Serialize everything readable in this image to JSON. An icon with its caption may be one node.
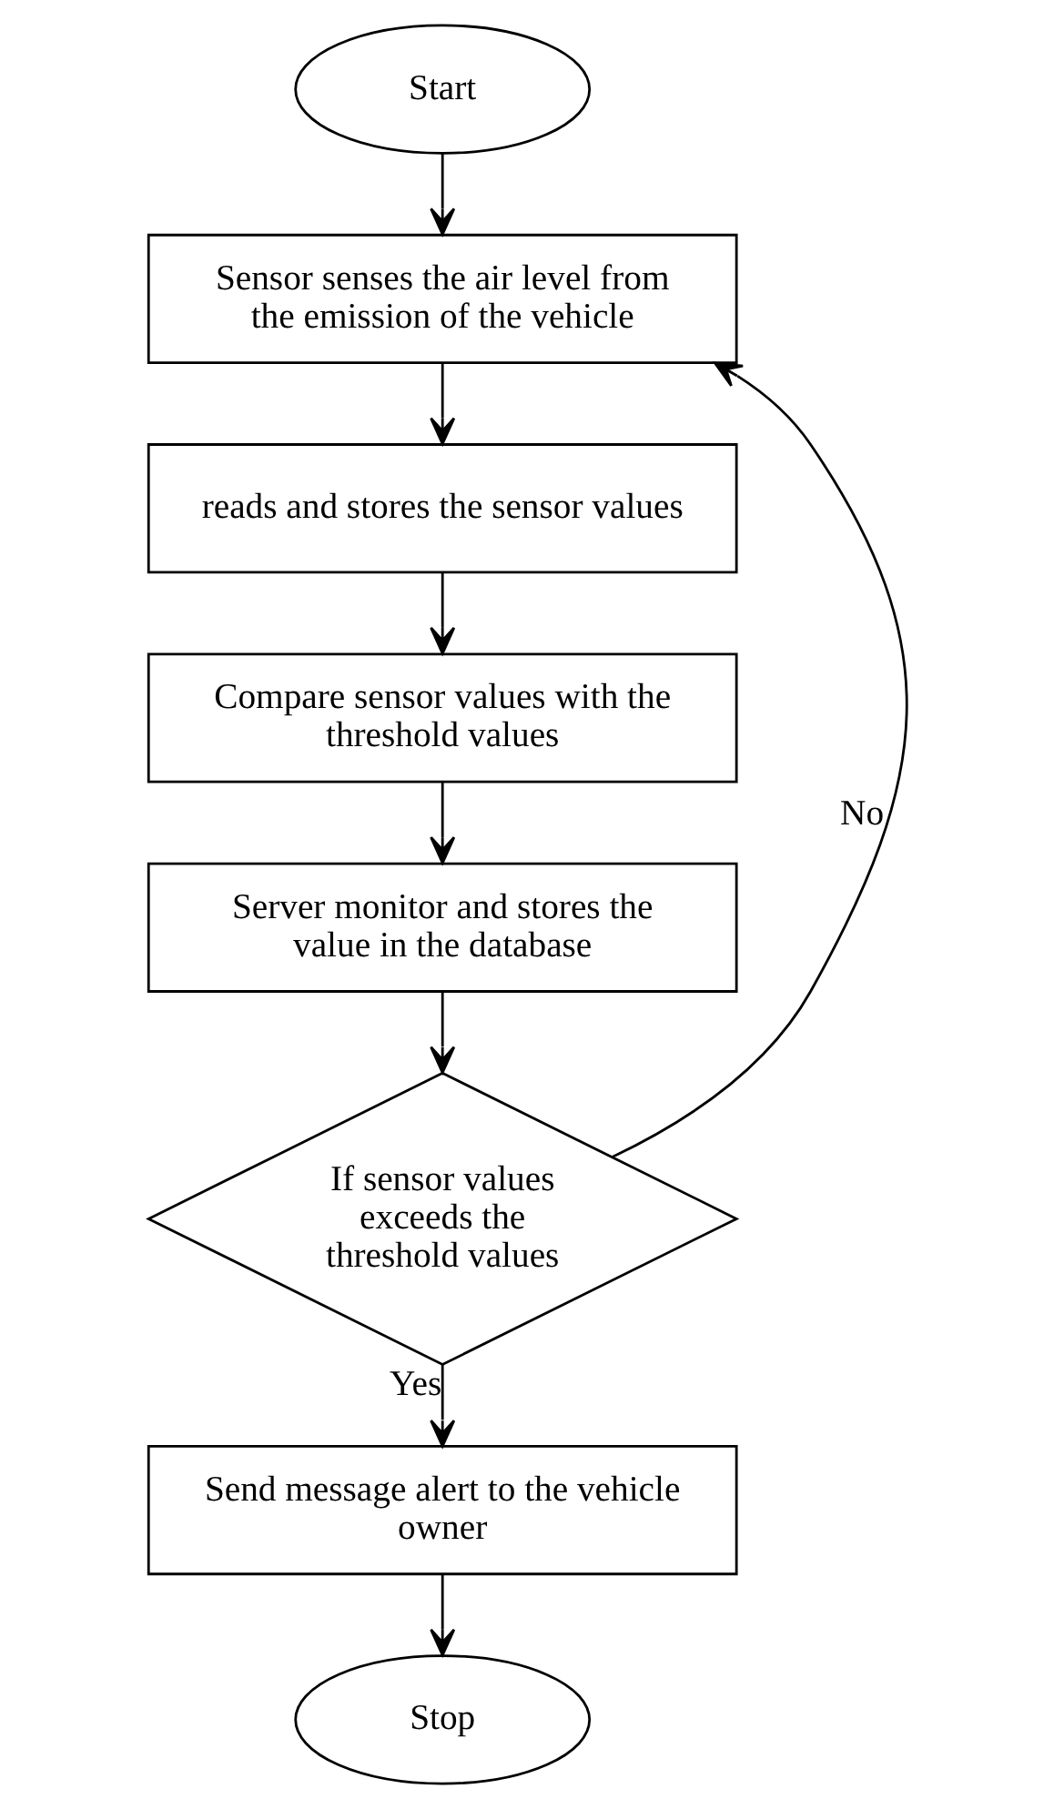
{
  "diagram": {
    "nodes": [
      {
        "text": [
          "Start"
        ]
      },
      {
        "text": [
          "Sensor senses the air level from the emission of the vehicle"
        ]
      },
      {
        "text": [
          "reads and stores the sensor values"
        ]
      },
      {
        "text": [
          "Compare sensor values with the threshold values"
        ]
      },
      {
        "text": [
          "Server monitor and stores the value in the database"
        ]
      },
      {
        "text": [
          "If sensor values exceeds the threshold values"
        ]
      },
      {
        "text": [
          "Send message alert to the vehicle owner"
        ]
      },
      {
        "text": [
          "Stop"
        ]
      }
    ],
    "edges": [
      {
        "from": 0,
        "to": 1,
        "arrow": "to"
      },
      {
        "from": 1,
        "to": 2,
        "arrow": "to"
      },
      {
        "from": 2,
        "to": 3,
        "arrow": "to"
      },
      {
        "from": 3,
        "to": 4,
        "arrow": "to"
      },
      {
        "from": 4,
        "to": 5,
        "arrow": "to"
      },
      {
        "from": 5,
        "to": 1,
        "arrow": "to",
        "label": "No"
      },
      {
        "from": 5,
        "to": 6,
        "arrow": "to",
        "label": "Yes"
      },
      {
        "from": 6,
        "to": 7,
        "arrow": "to"
      }
    ]
  }
}
